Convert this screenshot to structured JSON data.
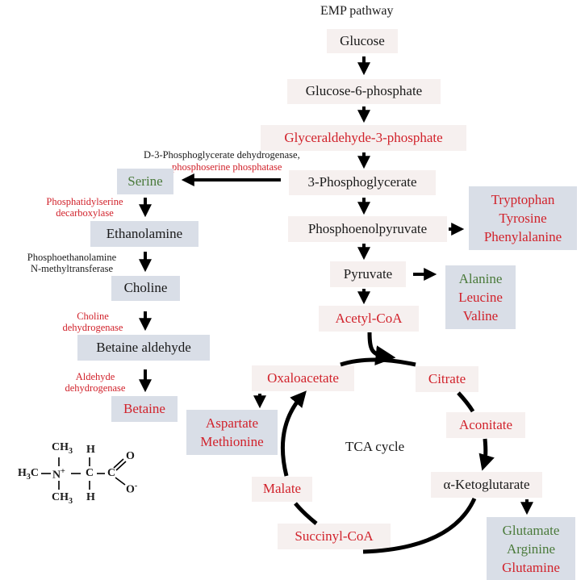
{
  "title": "EMP pathway",
  "emp": {
    "glucose": "Glucose",
    "g6p": "Glucose-6-phosphate",
    "g3p": "Glyceraldehyde-3-phosphate",
    "pg3": "3-Phosphoglycerate",
    "pep": "Phosphoenolpyruvate",
    "pyruvate": "Pyruvate",
    "acetylcoa": "Acetyl-CoA"
  },
  "aromatic": [
    "Tryptophan",
    "Tyrosine",
    "Phenylalanine"
  ],
  "branched": [
    "Alanine",
    "Leucine",
    "Valine"
  ],
  "serine_branch": {
    "enzyme_line1": "D-3-Phosphoglycerate dehydrogenase,",
    "enzyme_line2": "phosphoserine phosphatase",
    "serine": "Serine",
    "enz_ps_1": "Phosphatidylserine",
    "enz_ps_2": "decarboxylase",
    "ethanolamine": "Ethanolamine",
    "enz_pe_1": "Phosphoethanolamine",
    "enz_pe_2": "N-methyltransferase",
    "choline": "Choline",
    "enz_cd_1": "Choline",
    "enz_cd_2": "dehydrogenase",
    "betaine_aldehyde": "Betaine aldehyde",
    "enz_ad_1": "Aldehyde",
    "enz_ad_2": "dehydrogenase",
    "betaine": "Betaine"
  },
  "tca": {
    "label": "TCA cycle",
    "oxaloacetate": "Oxaloacetate",
    "citrate": "Citrate",
    "aconitate": "Aconitate",
    "akg": "α-Ketoglutarate",
    "succinylcoa": "Succinyl-CoA",
    "malate": "Malate"
  },
  "aspartate_group": [
    "Aspartate",
    "Methionine"
  ],
  "glutamate_group": [
    "Glutamate",
    "Arginine",
    "Glutamine"
  ],
  "structure": {
    "ch3_top": "CH3",
    "h3c_left": "H3C",
    "n_plus": "N+",
    "ch3_bottom": "CH3",
    "h_top": "H",
    "c_center": "C",
    "h_bottom": "H",
    "c_carboxyl": "C",
    "o_double": "O",
    "o_minus": "O-"
  },
  "colors": {
    "red": "#d1222b",
    "green": "#4a7a3a",
    "pink_box": "#f6f0ef",
    "blue_box": "#d9dee7"
  }
}
